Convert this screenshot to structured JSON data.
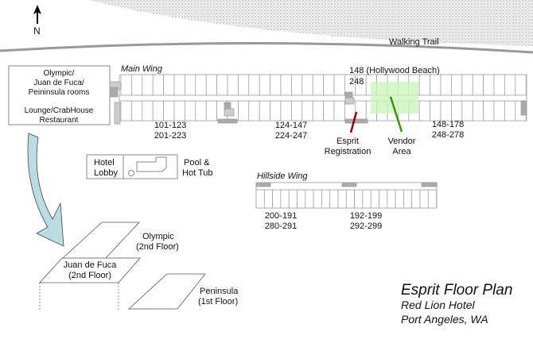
{
  "compass": {
    "label": "N"
  },
  "trail": {
    "label": "Walking Trail"
  },
  "legend_box": {
    "lines": [
      "Olympic/",
      "Juan de Fuca/",
      "Peininsula rooms",
      "",
      "Lounge/CrabHouse",
      "Restaurant"
    ]
  },
  "main_wing": {
    "title": "Main Wing",
    "hollywood_label": "148 (Hollywood Beach)",
    "hollywood_label2": "248",
    "ranges": [
      {
        "line1": "101-123",
        "line2": "201-223"
      },
      {
        "line1": "124-147",
        "line2": "224-247"
      },
      {
        "line1": "148-178",
        "line2": "248-278"
      }
    ],
    "registration": {
      "line1": "Esprit",
      "line2": "Registration",
      "color": "#a00000"
    },
    "vendor": {
      "line1": "Vendor",
      "line2": "Area",
      "color": "#339900",
      "area_color": "#ccf5bb"
    }
  },
  "lobby": {
    "line1": "Hotel",
    "line2": "Lobby",
    "pool1": "Pool &",
    "pool2": "Hot Tub"
  },
  "hillside_wing": {
    "title": "Hillside Wing",
    "ranges": [
      {
        "line1": "200-191",
        "line2": "280-291"
      },
      {
        "line1": "192-199",
        "line2": "292-299"
      }
    ]
  },
  "rooms": {
    "olympic": {
      "line1": "Olympic",
      "line2": "(2nd Floor)"
    },
    "juan_de_fuca": {
      "line1": "Juan de Fuca",
      "line2": "(2nd Floor)"
    },
    "peninsula": {
      "line1": "Peninsula",
      "line2": "(1st Floor)"
    }
  },
  "title": {
    "main": "Esprit Floor Plan",
    "sub1": "Red Lion Hotel",
    "sub2": "Port Angeles, WA"
  },
  "colors": {
    "arrow": "#b9dde3",
    "grey_block": "#aaaaaa"
  }
}
